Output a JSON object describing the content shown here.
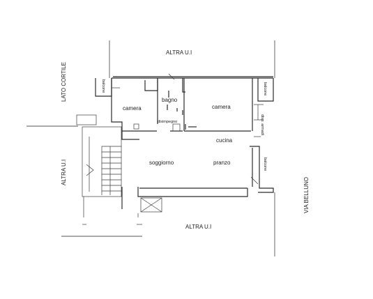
{
  "labels": {
    "altra_top": "ALTRA U.I",
    "altra_bottom": "ALTRA U.I",
    "altra_left": "ALTRA U.I",
    "lato_cortile": "LATO CORTILE",
    "via_belluno": "VIA BELLUNO",
    "camera_left": "camera",
    "bagno": "bagno",
    "camera_right": "camera",
    "disimpegno": "disimpegno",
    "cucina": "cucina",
    "soggiorno": "soggiorno",
    "pranzo": "pranzo",
    "balcone_top_left": "balcone",
    "balcone_top_right": "balcone",
    "balcone_right": "balcone",
    "disp_armadi": "disp. armadi"
  },
  "colors": {
    "line": "#2b2b2b",
    "text": "#222222",
    "background": "#ffffff"
  }
}
